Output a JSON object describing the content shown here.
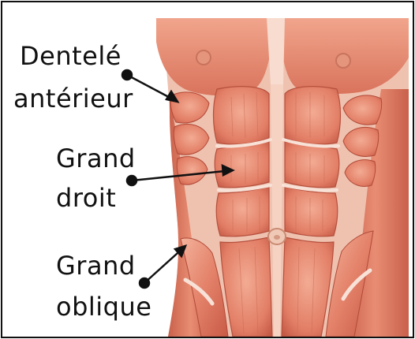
{
  "colors": {
    "muscle_light": "#f2a48c",
    "muscle_mid": "#e07a62",
    "muscle_dark": "#b84a3a",
    "skin": "#f6d7c8",
    "label_text": "#111111",
    "pointer": "#111111",
    "border": "#111111"
  },
  "labels": {
    "serratus": {
      "line1": "Dentelé",
      "line2": "antérieur"
    },
    "rectus": {
      "line1": "Grand",
      "line2": "droit"
    },
    "oblique": {
      "line1": "Grand",
      "line2": "oblique"
    }
  }
}
